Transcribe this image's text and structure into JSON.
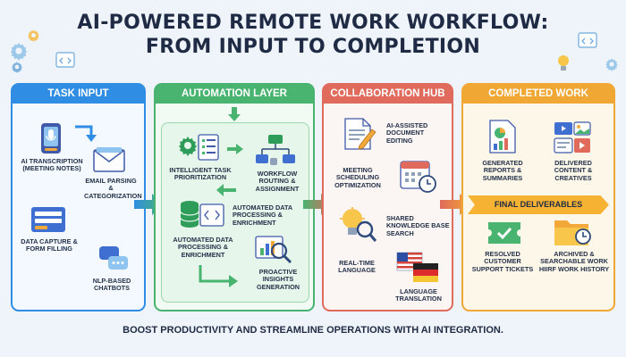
{
  "title": {
    "line1": "AI-POWERED REMOTE WORK WORKFLOW:",
    "line2": "FROM INPUT TO COMPLETION"
  },
  "panels": {
    "task_input": {
      "heading": "TASK INPUT",
      "items": {
        "transcription": "AI TRANSCRIPTION (MEETING NOTES)",
        "email": "EMAIL PARSING & CATEGORIZATION",
        "data_capture": "DATA CAPTURE & FORM FILLING",
        "chatbots": "NLP-BASED CHATBOTS"
      }
    },
    "automation": {
      "heading": "AUTOMATION LAYER",
      "items": {
        "prioritization": "INTELLIGENT TASK PRIORITIZATION",
        "routing": "WORKFLOW ROUTING & ASSIGNMENT",
        "data_processing_right": "AUTOMATED DATA PROCESSING & ENRICHMENT",
        "data_processing_left": "AUTOMATED DATA PROCESSING & ENRICHMENT",
        "insights": "PROACTIVE INSIGHTS GENERATION"
      }
    },
    "collaboration": {
      "heading": "COLLABORATION HUB",
      "items": {
        "editing": "AI-ASSISTED DOCUMENT EDITING",
        "scheduling": "MEETING SCHEDULING OPTIMIZATION",
        "knowledge": "SHARED KNOWLEDGE BASE SEARCH",
        "realtime": "REAL-TIME LANGUAGE",
        "translation": "LANGUAGE TRANSLATION"
      }
    },
    "completed": {
      "heading": "COMPLETED WORK",
      "ribbon": "FINAL DELIVERABLES",
      "items": {
        "reports": "GENERATED REPORTS & SUMMARIES",
        "content": "DELIVERED CONTENT & CREATIVES",
        "tickets": "RESOLVED CUSTOMER SUPPORT TICKETS",
        "archive": "ARCHIVED & SEARCHABLE WORK HIIRF WORK HISTORY"
      }
    }
  },
  "footer": "BOOST PRODUCTIVITY AND STREAMLINE OPERATIONS WITH AI INTEGRATION.",
  "colors": {
    "task_input": "#2f8de4",
    "automation": "#48b470",
    "collaboration": "#e06a5c",
    "completed": "#f0a733"
  }
}
